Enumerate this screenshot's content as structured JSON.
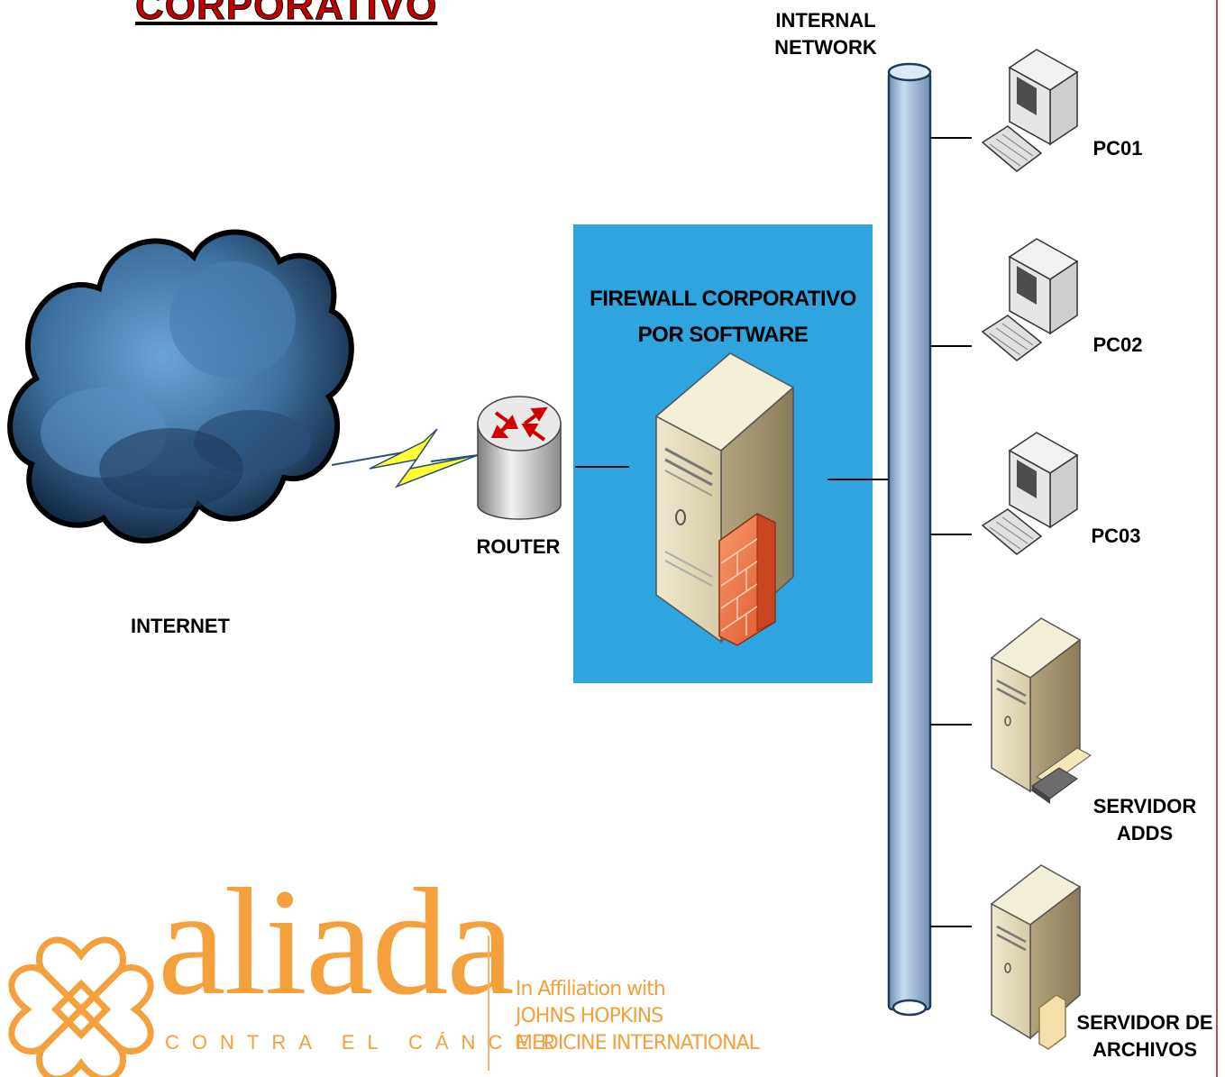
{
  "title": "CORPORATIVO",
  "labels": {
    "internet": "INTERNET",
    "router": "ROUTER",
    "firewall_line1": "FIREWALL CORPORATIVO",
    "firewall_line2": "POR SOFTWARE",
    "network_line1": "INTERNAL",
    "network_line2": "NETWORK",
    "pc01": "PC01",
    "pc02": "PC02",
    "pc03": "PC03",
    "srv_adds_line1": "SERVIDOR",
    "srv_adds_line2": "ADDS",
    "srv_files_line1": "SERVIDOR DE",
    "srv_files_line2": "ARCHIVOS"
  },
  "logo": {
    "brand": "aliada",
    "tagline": "CONTRA EL CÁNCER",
    "affiliation_line1": "In Affiliation with",
    "affiliation_line2": "JOHNS HOPKINS",
    "affiliation_line3": "MEDICINE INTERNATIONAL"
  },
  "colors": {
    "firewall_box": "#2fa5e0",
    "brand_orange": "#f3a03d",
    "title_red": "#c00000",
    "network_pipe": "#a9c4e0"
  }
}
